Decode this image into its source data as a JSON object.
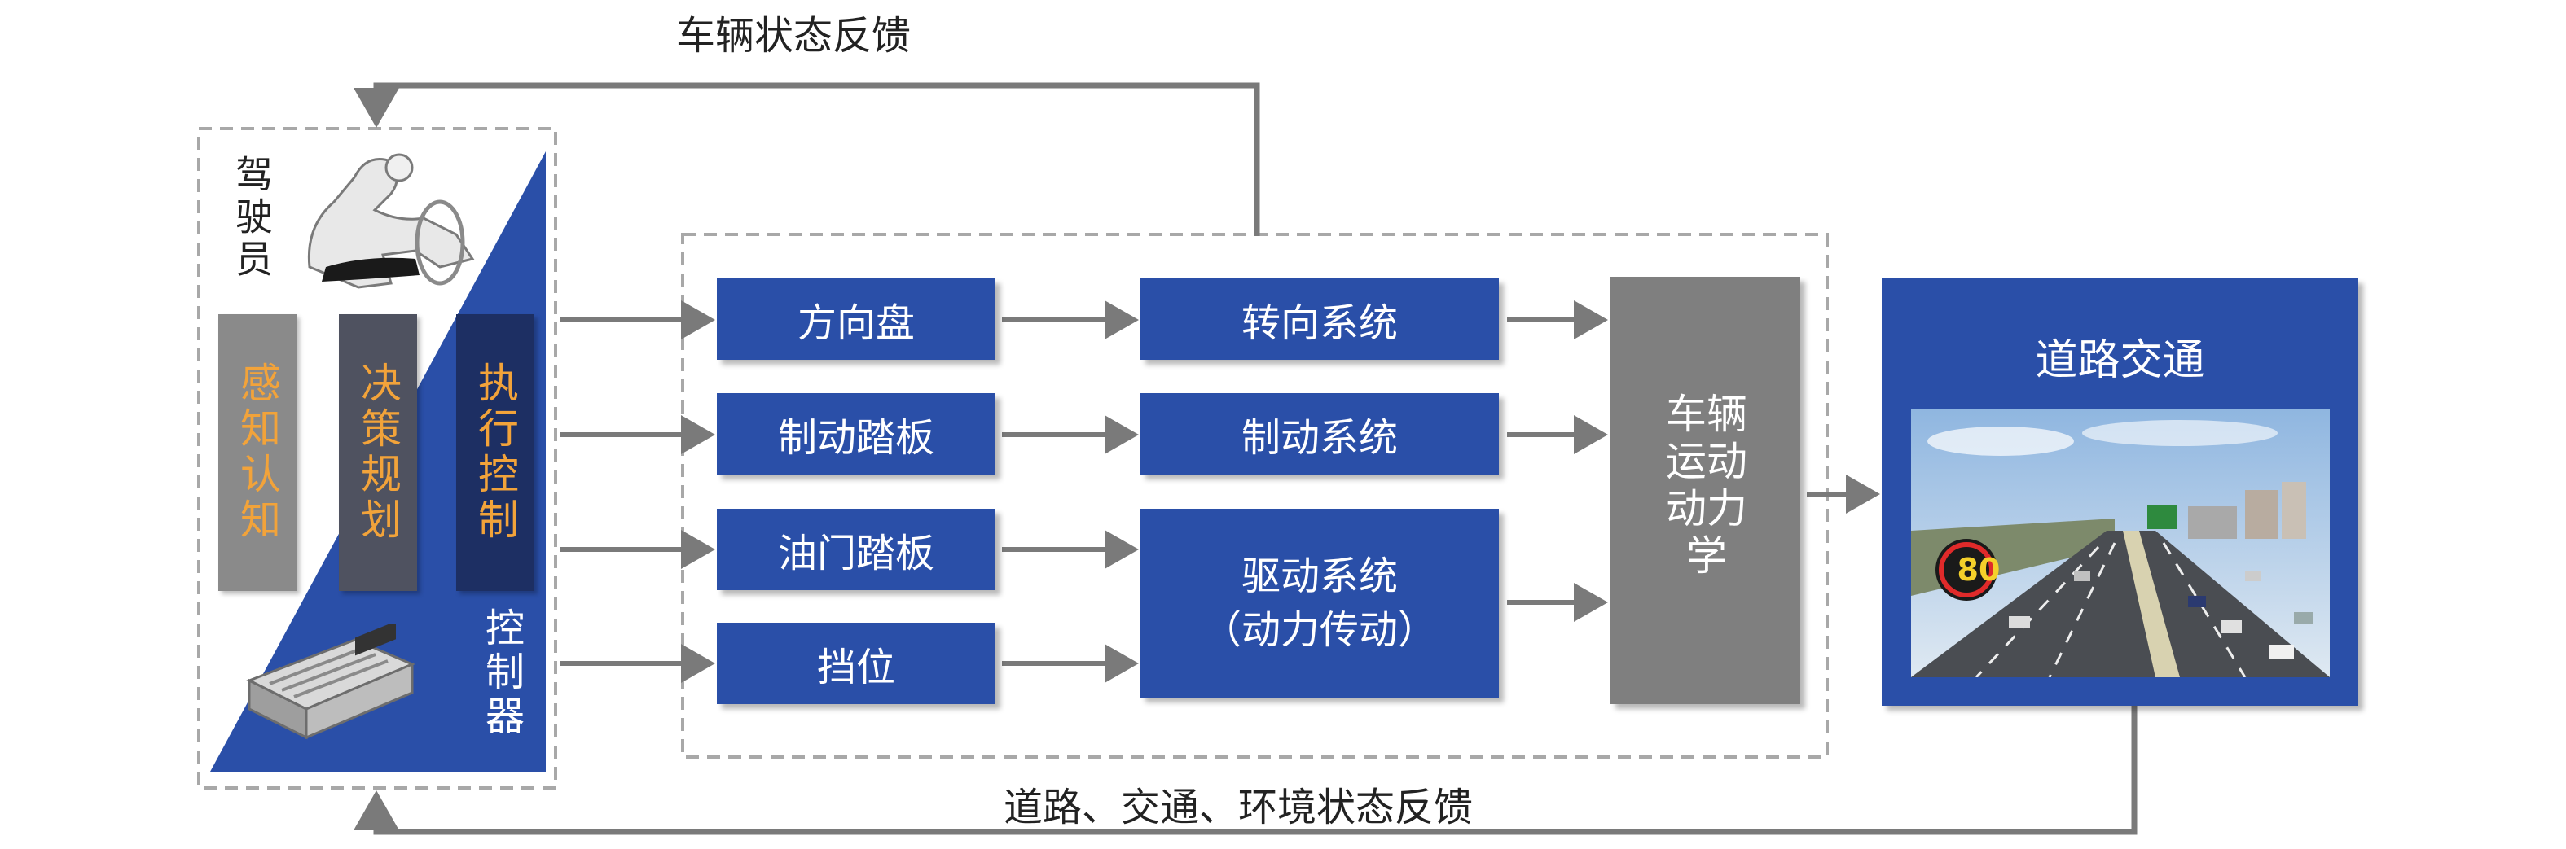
{
  "labels": {
    "vehicle_feedback": "车辆状态反馈",
    "road_feedback": "道路、交通、环境状态反馈",
    "driver": "驾驶员",
    "controller": "控制器"
  },
  "columns": [
    {
      "label": "感知认知",
      "fill": "#8a8a8a"
    },
    {
      "label": "决策规划",
      "fill": "#4f5260"
    },
    {
      "label": "执行控制",
      "fill": "#1d2f63"
    }
  ],
  "inputs": [
    "方向盘",
    "制动踏板",
    "油门踏板",
    "挡位"
  ],
  "systems": {
    "steering": "转向系统",
    "braking": "制动系统",
    "drive_line1": "驱动系统",
    "drive_line2": "（动力传动）"
  },
  "dynamics": "车辆运动动力学",
  "road": {
    "title": "道路交通",
    "speed_sign": "80"
  },
  "colors": {
    "blue": "#2a4fa8",
    "gray_box": "#7f7f7f",
    "arrow": "#7a7a7a",
    "orange": "#f2a33a"
  }
}
